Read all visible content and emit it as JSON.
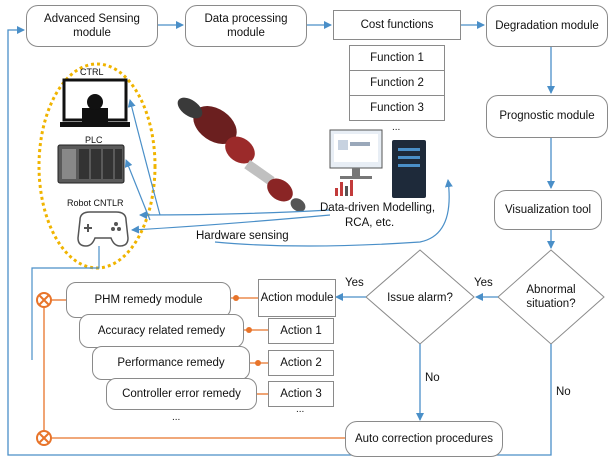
{
  "boxes": {
    "advanced_sensing": "Advanced Sensing module",
    "data_processing": "Data processing module",
    "cost_functions": "Cost functions",
    "function_1": "Function 1",
    "function_2": "Function 2",
    "function_3": "Function 3",
    "cost_ellipsis": "...",
    "degradation": "Degradation module",
    "prognostic": "Prognostic module",
    "visualization": "Visualization tool",
    "action_module": "Action module",
    "action_1": "Action 1",
    "action_2": "Action 2",
    "action_3": "Action 3",
    "action_ellipsis": "...",
    "phm_remedy": "PHM remedy module",
    "accuracy_remedy": "Accuracy related remedy",
    "performance_remedy": "Performance remedy",
    "controller_error_remedy": "Controller error remedy",
    "remedy_ellipsis": "...",
    "auto_correction": "Auto correction procedures"
  },
  "decisions": {
    "abnormal": "Abnormal situation?",
    "issue_alarm": "Issue alarm?"
  },
  "labels": {
    "yes_1": "Yes",
    "yes_2": "Yes",
    "no_1": "No",
    "no_2": "No",
    "hardware_sensing": "Hardware sensing",
    "data_driven": "Data-driven Modelling,",
    "rca": "RCA, etc.",
    "ctrl": "CTRL",
    "plc": "PLC",
    "robot_cntlr": "Robot CNTLR"
  },
  "colors": {
    "arrow": "#4a8fc8",
    "box_border": "#8a8a8a",
    "dotted_ellipse": "#f0b400",
    "orange": "#e8742a"
  }
}
